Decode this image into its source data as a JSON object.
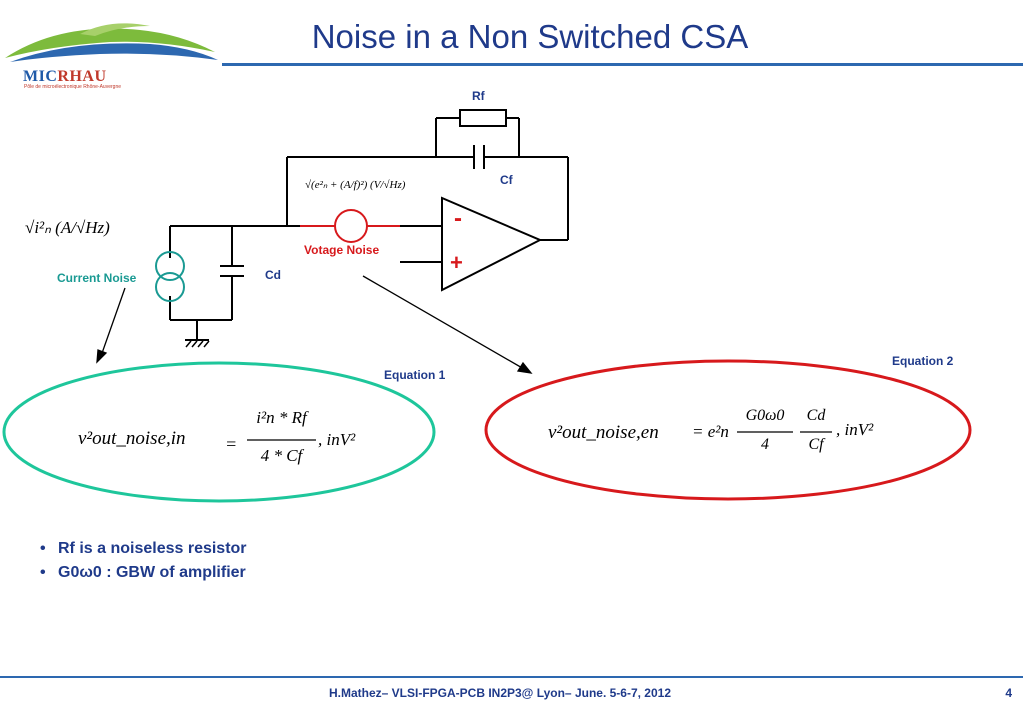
{
  "title": "Noise in  a Non Switched CSA",
  "logo": {
    "part1": "MIC",
    "part2": "RHAU",
    "subtitle": "Pôle de microélectronique Rhône-Auvergne"
  },
  "circuit": {
    "rf_label": "Rf",
    "cf_label": "Cf",
    "cd_label": "Cd",
    "voltage_noise_label": "Votage Noise",
    "current_noise_label": "Current Noise",
    "minus_sign": "-",
    "plus_sign": "+",
    "voltage_noise_formula": "√(e²ₙ + (A/f)²)  (V/√Hz)",
    "current_noise_formula": "√i²ₙ   (A/√Hz)"
  },
  "equation1": {
    "label": "Equation 1",
    "lhs": "v²out_noise,in",
    "numerator": "i²n * Rf",
    "denominator": "4 * Cf",
    "unit": ", inV²"
  },
  "equation2": {
    "label": "Equation 2",
    "lhs": "v²out_noise,en",
    "rhs_prefix": "= e²n",
    "frac1_num": "G0ω0",
    "frac1_den": "4",
    "frac2_num": "Cd",
    "frac2_den": "Cf",
    "unit": ", inV²"
  },
  "bullets": [
    "Rf is a noiseless resistor",
    "G0ω0 : GBW of amplifier"
  ],
  "footer": "H.Mathez– VLSI-FPGA-PCB  IN2P3@ Lyon– June. 5-6-7, 2012",
  "page_number": "4",
  "colors": {
    "title": "#1f3a8a",
    "voltage_noise": "#d7191c",
    "current_noise": "#1a9a93",
    "rule": "#2d68b0"
  }
}
